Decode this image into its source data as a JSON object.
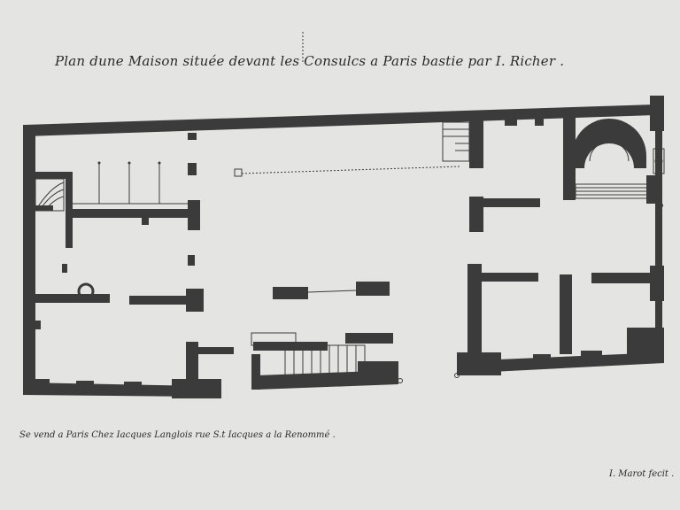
{
  "engraving": {
    "title": "Plan dune Maison située devant les Consulcs a Paris bastie par I. Richer .",
    "imprint": "Se vend a Paris Chez Iacques Langlois rue S.t Iacques a la Renommé .",
    "signature": "I. Marot fecit ."
  },
  "colors": {
    "paper": "#e4e4e2",
    "ink": "#3b3b3b",
    "frame": "#1b1b1b"
  }
}
